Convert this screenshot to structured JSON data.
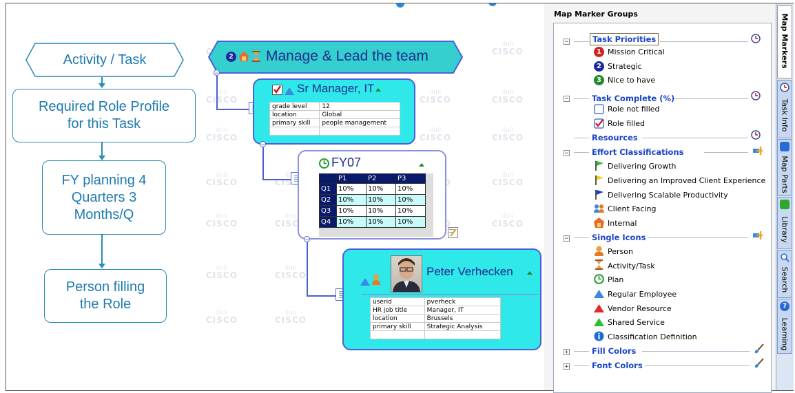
{
  "flow": {
    "box1": "Activity / Task",
    "box2": "Required Role Profile for this Task",
    "box3": "FY planning 4 Quarters 3 Months/Q",
    "box4": "Person filling the Role"
  },
  "watermark": {
    "text": "CISCO",
    "bars": "ılıılı"
  },
  "map": {
    "central_title": "Manage & Lead the team",
    "central_badge": "2",
    "role_title": "Sr Manager, IT",
    "role_props": [
      [
        "grade level",
        "12"
      ],
      [
        "location",
        "Global"
      ],
      [
        "primary skill",
        "people management"
      ]
    ],
    "fy_title": "FY07",
    "fy_headers": [
      "",
      "P1",
      "P2",
      "P3"
    ],
    "fy_rows": [
      [
        "Q1",
        "10%",
        "10%",
        "10%"
      ],
      [
        "Q2",
        "10%",
        "10%",
        "10%"
      ],
      [
        "Q3",
        "10%",
        "10%",
        "10%"
      ],
      [
        "Q4",
        "10%",
        "10%",
        "10%"
      ]
    ],
    "person_name": "Peter Verhecken",
    "person_props": [
      [
        "userid",
        "pverheck"
      ],
      [
        "HR job title",
        "Manager, IT"
      ],
      [
        "location",
        "Brussels"
      ],
      [
        "primary skill",
        "Strategic Analysis"
      ]
    ]
  },
  "panel": {
    "title": "Map Marker Groups",
    "groups": {
      "task_priorities": "Task Priorities",
      "task_complete": "Task Complete (%)",
      "resources": "Resources",
      "effort": "Effort Classifications",
      "single_icons": "Single Icons",
      "fill_colors": "Fill Colors",
      "font_colors": "Font Colors"
    },
    "items": {
      "mission_critical": "Mission Critical",
      "strategic": "Strategic",
      "nice_to_have": "Nice to have",
      "role_not_filled": "Role not filled",
      "role_filled": "Role filled",
      "delivering_growth": "Delivering Growth",
      "improved_client": "Delivering an Improved Client Experience",
      "scalable": "Delivering Scalable Productivity",
      "client_facing": "Client Facing",
      "internal": "Internal",
      "person": "Person",
      "activity_task": "Activity/Task",
      "plan": "Plan",
      "regular_employee": "Regular Employee",
      "vendor_resource": "Vendor Resource",
      "shared_service": "Shared Service",
      "classification_definition": "Classification Definition"
    },
    "priority_numbers": [
      "1",
      "2",
      "3"
    ]
  },
  "tabs": [
    "Map Markers",
    "Task Info",
    "Map Parts",
    "Library",
    "Search",
    "Learning"
  ],
  "colors": {
    "flow_blue": "#1e7bb0",
    "node_fill": "#2fe8ea",
    "node_border": "#4a5fd6",
    "group_blue": "#1a44c8",
    "tab_bg": "#c8d8f0"
  }
}
